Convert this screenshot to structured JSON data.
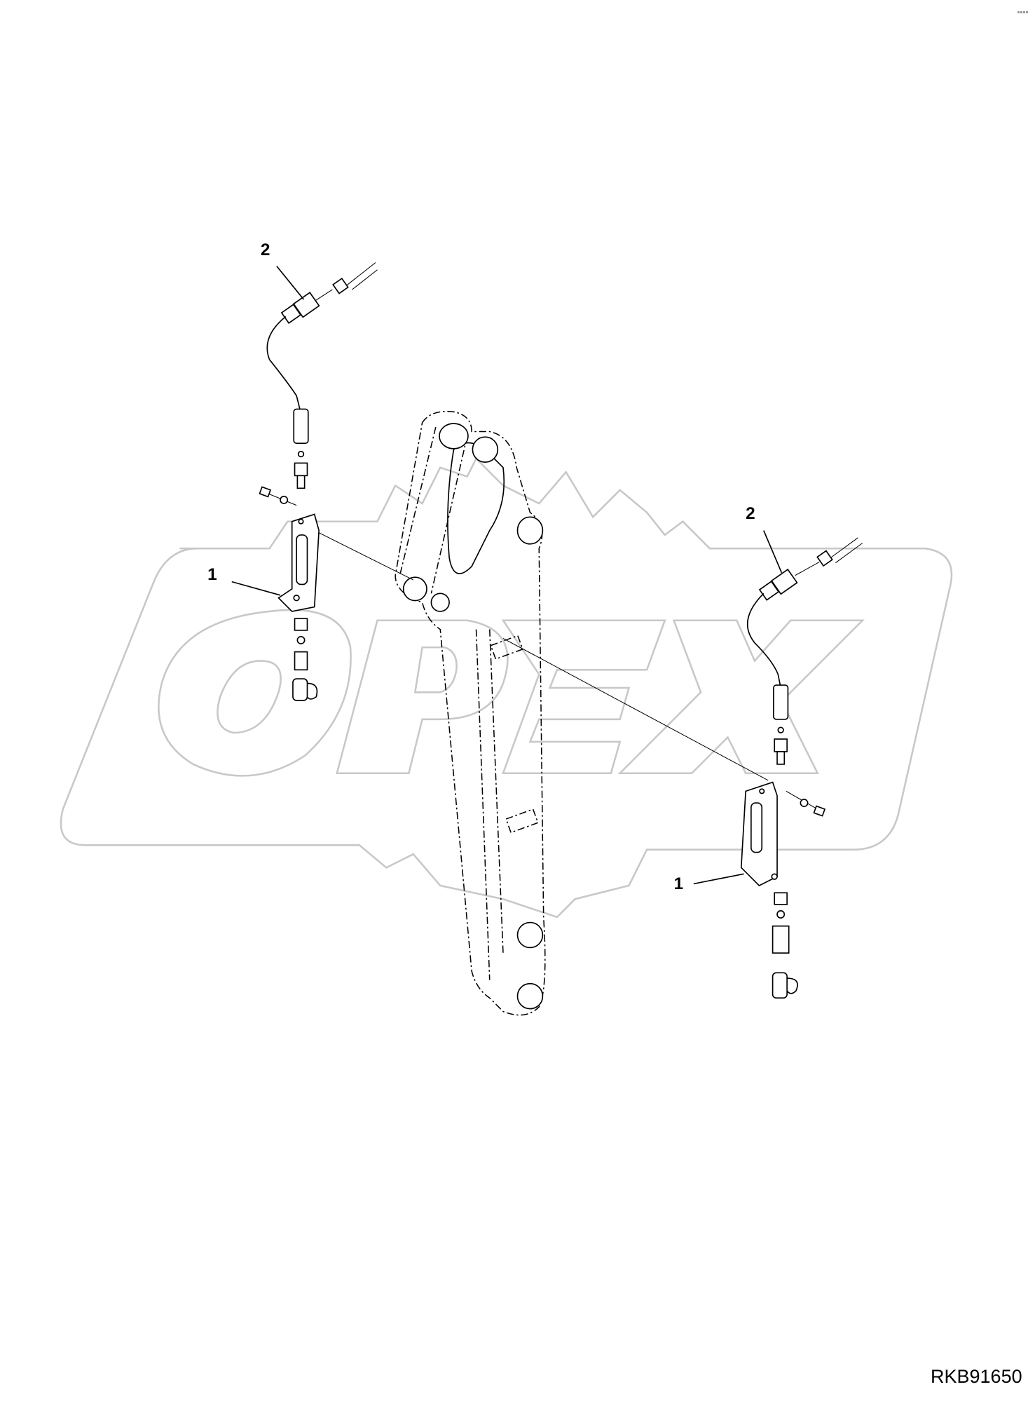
{
  "diagram": {
    "reference_code": "RKB91650",
    "watermark": "OPEX",
    "callouts": [
      {
        "id": "left-bracket",
        "label": "1"
      },
      {
        "id": "left-sensor",
        "label": "2"
      },
      {
        "id": "right-bracket",
        "label": "1"
      },
      {
        "id": "right-sensor",
        "label": "2"
      }
    ],
    "colors": {
      "line": "#000000",
      "watermark": "#c8c8c8",
      "background": "#ffffff"
    }
  }
}
